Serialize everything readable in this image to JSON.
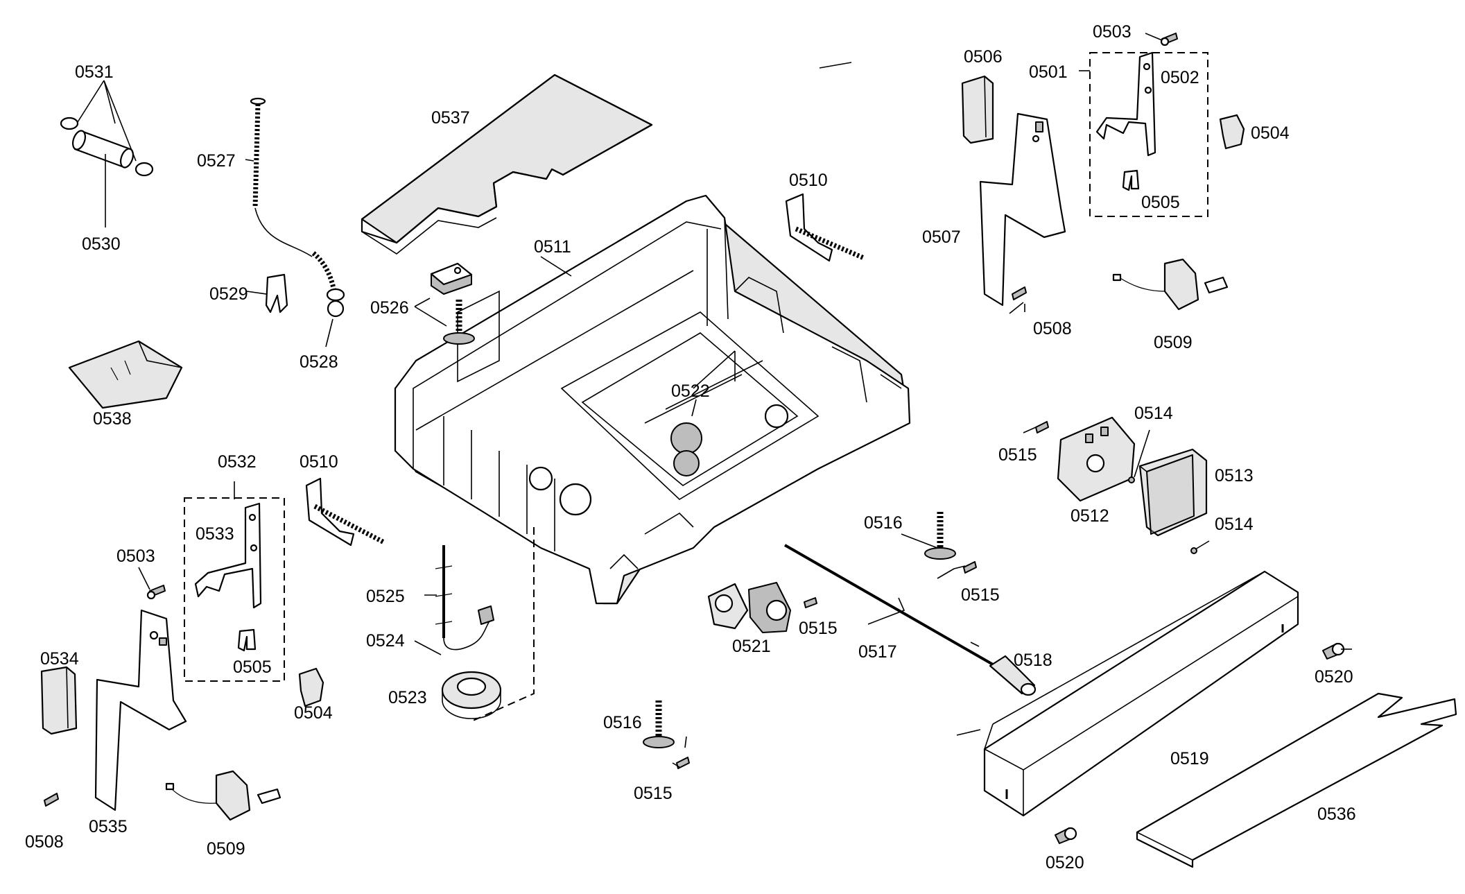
{
  "labels": {
    "l0501": "0501",
    "l0502": "0502",
    "l0503a": "0503",
    "l0503b": "0503",
    "l0504a": "0504",
    "l0504b": "0504",
    "l0505a": "0505",
    "l0505b": "0505",
    "l0506": "0506",
    "l0507": "0507",
    "l0508a": "0508",
    "l0508b": "0508",
    "l0509a": "0509",
    "l0509b": "0509",
    "l0510a": "0510",
    "l0510b": "0510",
    "l0511": "0511",
    "l0512": "0512",
    "l0513": "0513",
    "l0514a": "0514",
    "l0514b": "0514",
    "l0515a": "0515",
    "l0515b": "0515",
    "l0515c": "0515",
    "l0515d": "0515",
    "l0516a": "0516",
    "l0516b": "0516",
    "l0517": "0517",
    "l0518": "0518",
    "l0519": "0519",
    "l0520a": "0520",
    "l0520b": "0520",
    "l0521": "0521",
    "l0522": "0522",
    "l0523": "0523",
    "l0524": "0524",
    "l0525": "0525",
    "l0526": "0526",
    "l0527": "0527",
    "l0528": "0528",
    "l0529": "0529",
    "l0530": "0530",
    "l0531": "0531",
    "l0532": "0532",
    "l0533": "0533",
    "l0534": "0534",
    "l0535": "0535",
    "l0536": "0536",
    "l0537": "0537",
    "l0538": "0538"
  }
}
